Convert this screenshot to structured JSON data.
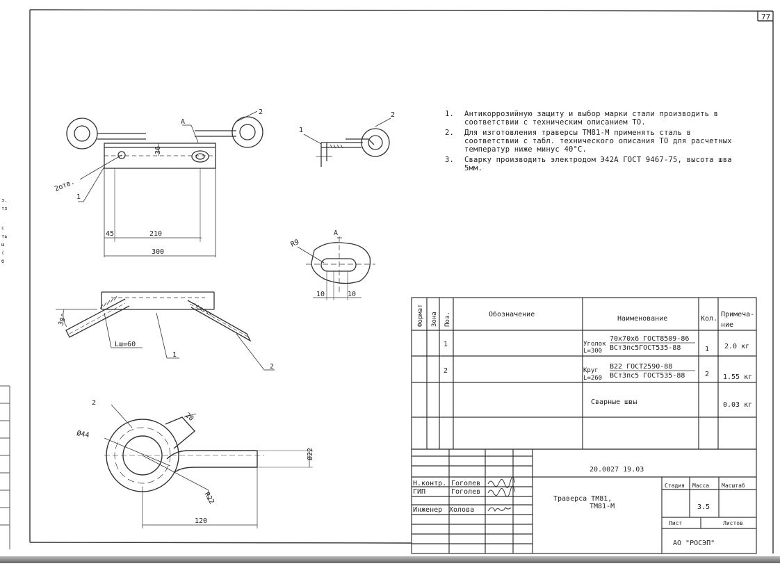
{
  "page": {
    "sheet_number": "77"
  },
  "notes": [
    {
      "num": "1.",
      "text": "Антикоррозийную защиту и выбор марки стали производить в соответствии с техническим описанием ТО."
    },
    {
      "num": "2.",
      "text": "Для изготовления траверсы ТМ81-М применять сталь в соответствии с табл. технического описания ТО для расчетных температур ниже минус 40°С."
    },
    {
      "num": "3.",
      "text": "Сварку производить электродом Э42А ГОСТ 9467-75, высота шва 5мм."
    }
  ],
  "drawing": {
    "view_top": {
      "dims": [
        "45",
        "210",
        "300",
        "36"
      ],
      "hole_label": "2отв.",
      "callout_1": "1",
      "callout_2": "2",
      "view_ref": "А"
    },
    "view_side": {
      "callout_1": "1",
      "callout_2": "2"
    },
    "view_a": {
      "title": "А",
      "radius": "R9",
      "dim_left": "10",
      "dim_right": "10"
    },
    "view_front": {
      "angle": "30°",
      "weld": "Lш=60",
      "callout_1": "1",
      "callout_2": "2"
    },
    "view_hook": {
      "callout": "2",
      "dia_outer": "Ø44",
      "dia_rod": "Ø22",
      "dim_20": "20",
      "radius": "R22",
      "length": "120"
    }
  },
  "spec_table": {
    "headers": {
      "format": "Формат",
      "zone": "Зона",
      "pos": "Поз.",
      "designation": "Обозначение",
      "name": "Наименование",
      "qty": "Кол.",
      "note_line1": "Примеча-",
      "note_line2": "ние"
    },
    "rows": [
      {
        "pos": "1",
        "name_prefix_1": "Уголок",
        "name_prefix_2": "L=300",
        "name_top": "70х70х6 ГОСТ8509-86",
        "name_bottom": "ВСт3пс5ГОСТ535-88",
        "qty": "1",
        "note": "2.0 кг"
      },
      {
        "pos": "2",
        "name_prefix_1": "Круг",
        "name_prefix_2": "L=260",
        "name_top": "В22 ГОСТ2590-88",
        "name_bottom": "ВСт3пс5 ГОСТ535-88",
        "qty": "2",
        "note": "1.55 кг"
      },
      {
        "pos": "",
        "name_single": "Сварные швы",
        "qty": "",
        "note": "0.03 кг"
      }
    ]
  },
  "title_block": {
    "doc_code": "20.0027 19.03",
    "roles": [
      {
        "role": "Н.контр.",
        "name": "Гоголев"
      },
      {
        "role": "ГИП",
        "name": "Гоголев"
      },
      {
        "role": "Инженер",
        "name": "Холова"
      }
    ],
    "title_line1": "Траверса ТМ81,",
    "title_line2": "ТМ81-М",
    "col_stage": "Стадия",
    "col_mass": "Масса",
    "col_scale": "Масштаб",
    "mass_value": "3.5",
    "sheet_label": "Лист",
    "sheets_label": "Листов",
    "org": "АО \"РОСЭП\""
  },
  "margin_text": {
    "left_fragments": [
      "з.",
      "тз",
      "с",
      "ть",
      "ш",
      "(",
      "б"
    ]
  }
}
